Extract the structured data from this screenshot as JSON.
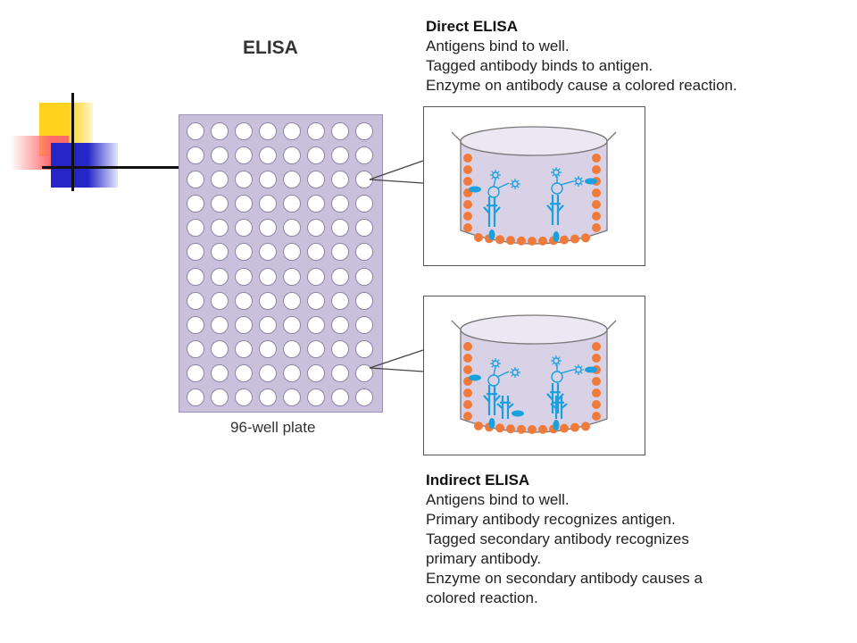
{
  "diagram": {
    "title": "ELISA",
    "plate_label": "96-well plate",
    "plate": {
      "rows": 12,
      "cols": 8
    },
    "direct": {
      "heading": "Direct ELISA",
      "lines": [
        "Antigens bind to well.",
        "Tagged antibody binds to antigen.",
        "Enzyme on antibody cause a colored reaction."
      ]
    },
    "indirect": {
      "heading": "Indirect ELISA",
      "lines": [
        "Antigens bind to well.",
        "Primary antibody recognizes antigen.",
        "Tagged secondary antibody recognizes",
        "primary antibody.",
        "Enzyme on secondary antibody causes a",
        "colored reaction."
      ]
    }
  },
  "colors": {
    "plate": "#c9c0dc",
    "antigen": "#f07a3a",
    "antibody": "#1aa0dd",
    "well_wall": "#d9d2e6"
  }
}
